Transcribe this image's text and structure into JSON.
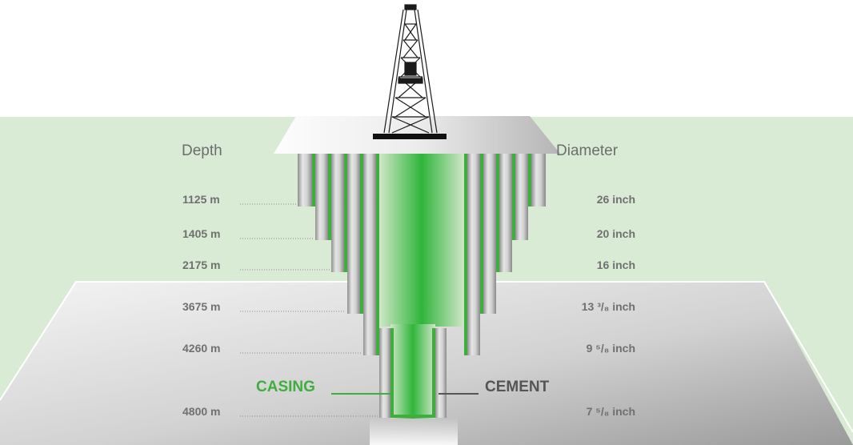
{
  "headers": {
    "depth": "Depth",
    "diameter": "Diameter"
  },
  "rows": [
    {
      "depth": "1125 m",
      "diameter": "26 inch"
    },
    {
      "depth": "1405 m",
      "diameter": "20 inch"
    },
    {
      "depth": "2175 m",
      "diameter": "16 inch"
    },
    {
      "depth": "3675 m",
      "diameter": "13 ³/₈ inch"
    },
    {
      "depth": "4260 m",
      "diameter": "9 ⁵/₈ inch"
    },
    {
      "depth": "4800 m",
      "diameter": "7 ⁵/₈ inch"
    }
  ],
  "callouts": {
    "casing": "CASING",
    "cement": "CEMENT"
  },
  "colors": {
    "casing": "#3fae3f",
    "cement": "#555555",
    "background_green": "#d9ebd5",
    "pipe_gray": "#a9a9a9"
  }
}
